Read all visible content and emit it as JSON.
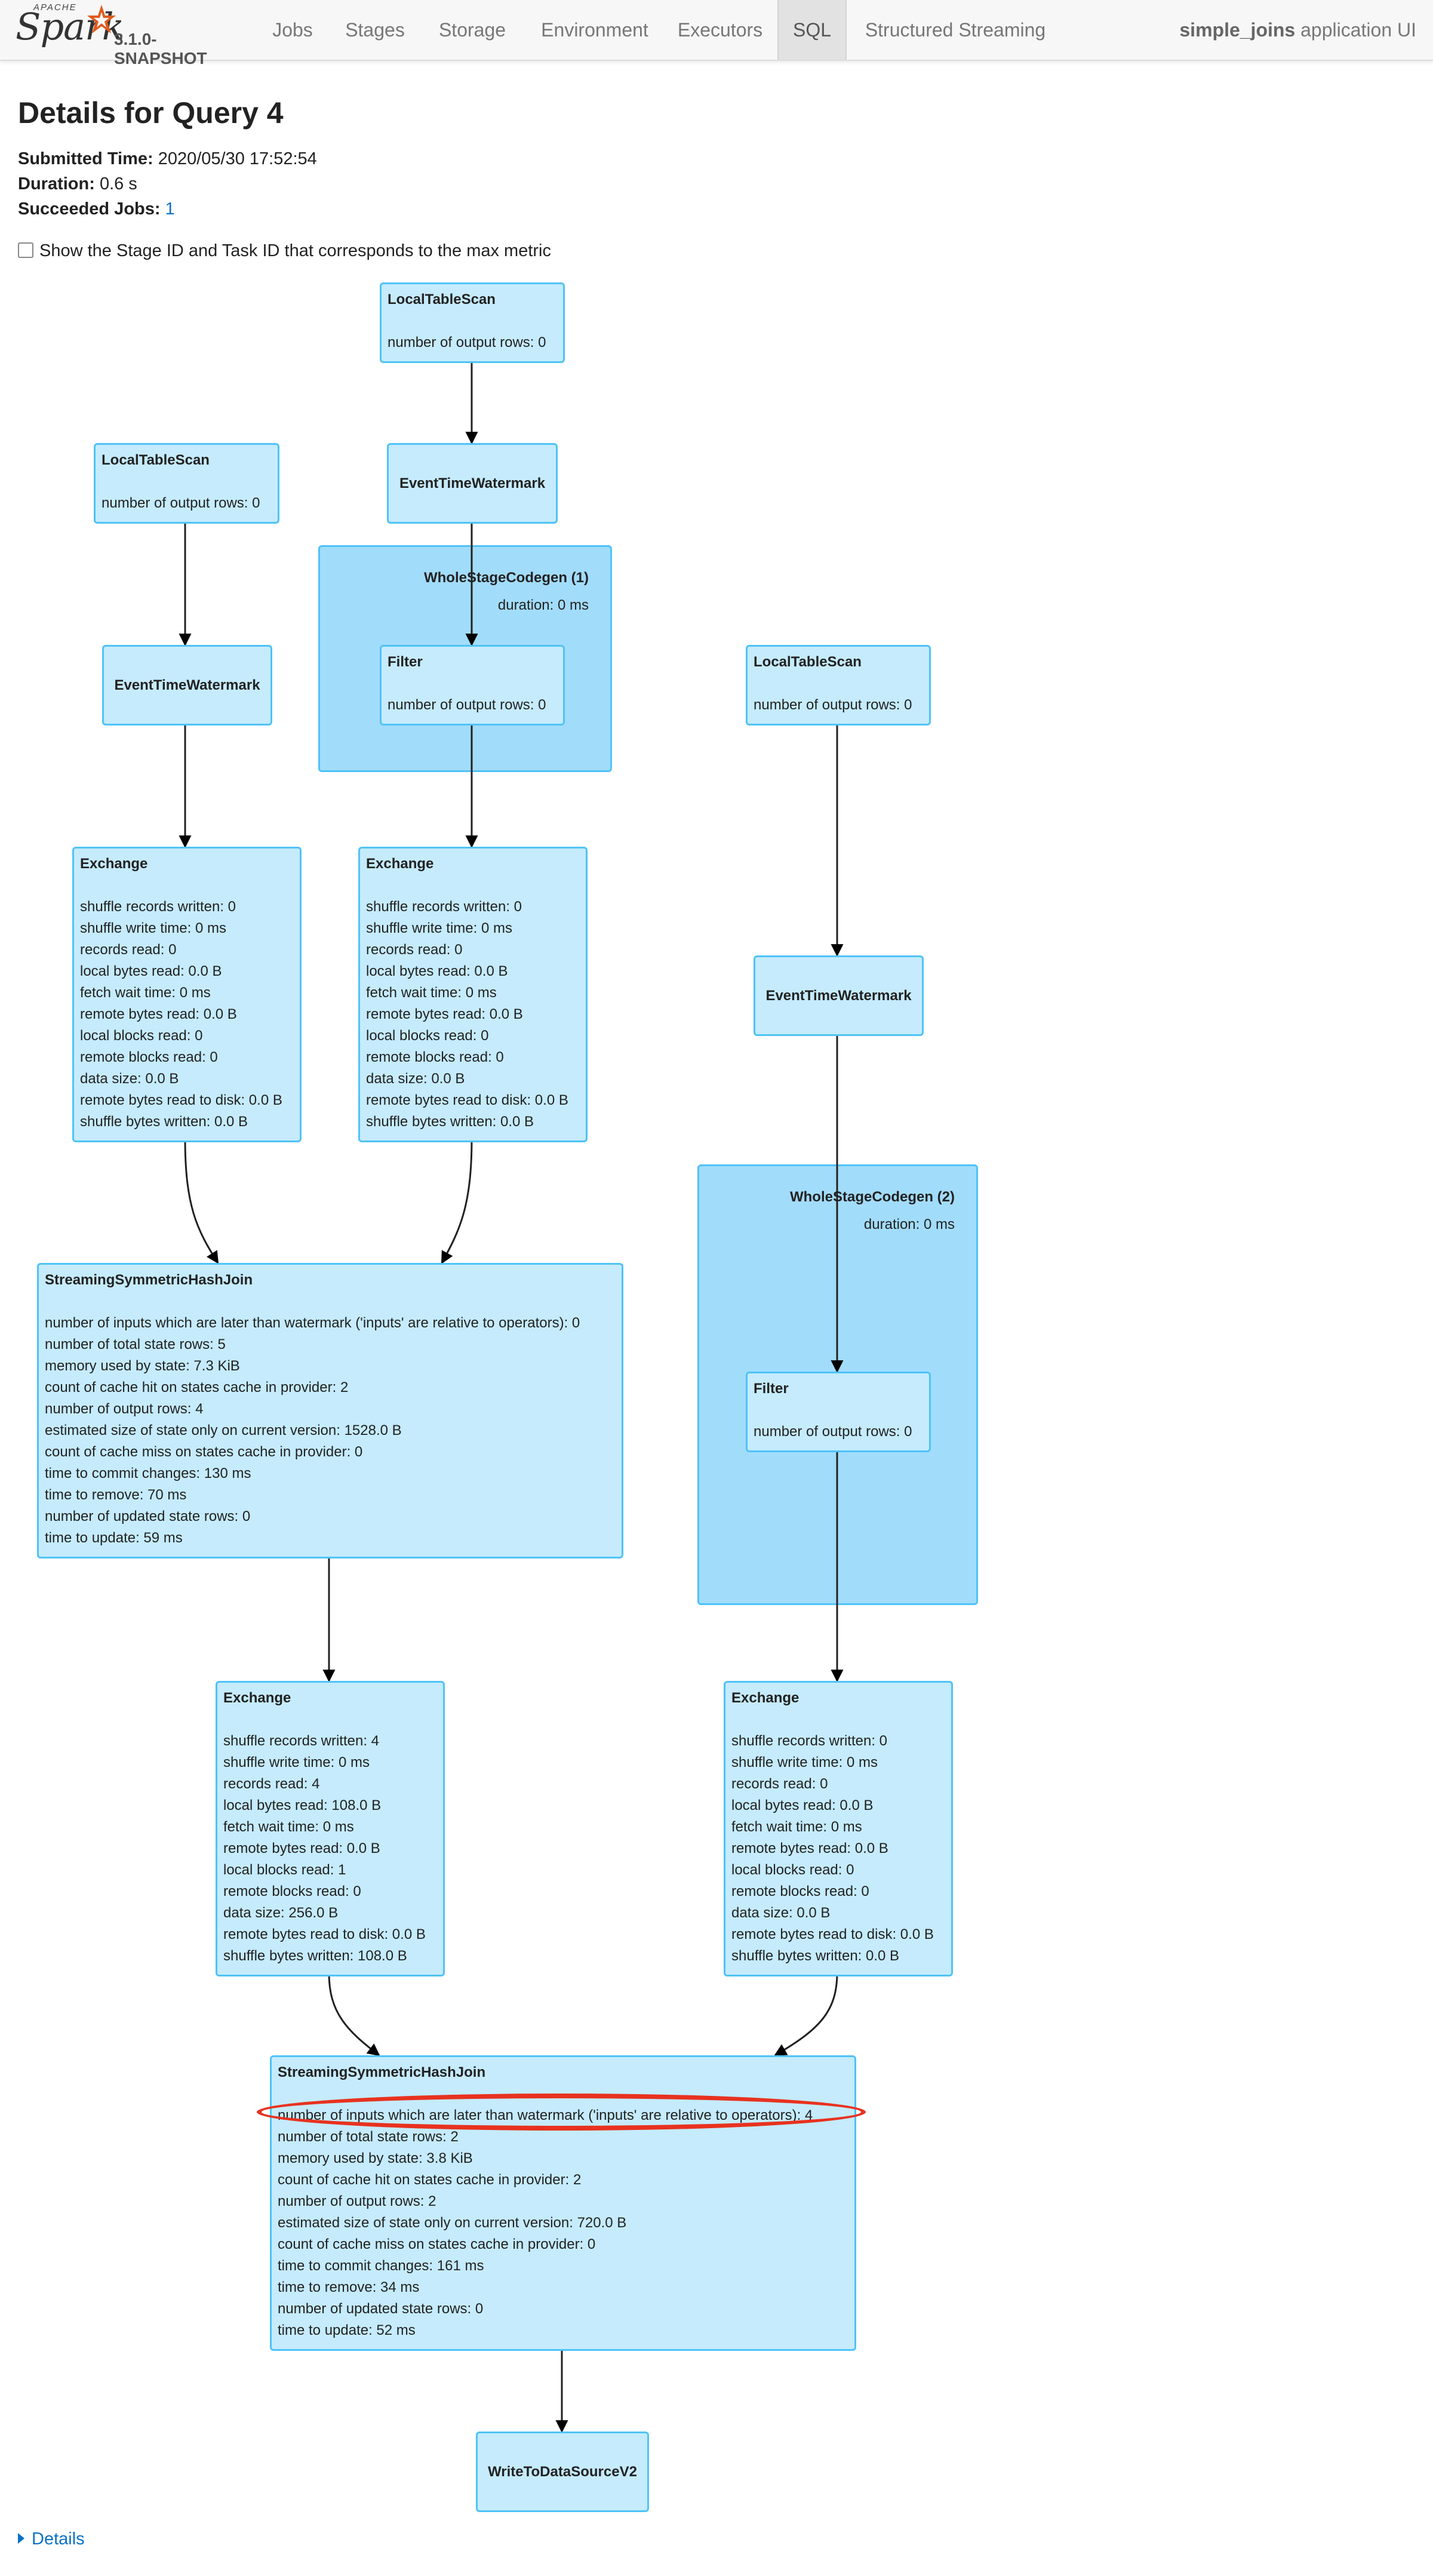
{
  "navbar": {
    "brand_apache": "APACHE",
    "brand_spark": "Spark",
    "version": "3.1.0-SNAPSHOT",
    "tabs": [
      {
        "label": "Jobs"
      },
      {
        "label": "Stages"
      },
      {
        "label": "Storage"
      },
      {
        "label": "Environment"
      },
      {
        "label": "Executors"
      },
      {
        "label": "SQL"
      },
      {
        "label": "Structured Streaming"
      }
    ],
    "active_tab": "SQL",
    "app_name": "simple_joins",
    "app_suffix": "application UI"
  },
  "page": {
    "title": "Details for Query 4",
    "submitted_label": "Submitted Time:",
    "submitted_value": "2020/05/30 17:52:54",
    "duration_label": "Duration:",
    "duration_value": "0.6 s",
    "succeeded_label": "Succeeded Jobs:",
    "succeeded_value": "1",
    "checkbox_label": "Show the Stage ID and Task ID that corresponds to the max metric",
    "details_link": "Details"
  },
  "graph": {
    "clusters": [
      {
        "title": "WholeStageCodegen (1)",
        "duration": "duration: 0 ms"
      },
      {
        "title": "WholeStageCodegen (2)",
        "duration": "duration: 0 ms"
      }
    ],
    "nodes": [
      {
        "title": "LocalTableScan",
        "metrics": [
          "number of output rows: 0"
        ]
      },
      {
        "title": "EventTimeWatermark",
        "metrics": []
      },
      {
        "title": "LocalTableScan",
        "metrics": [
          "number of output rows: 0"
        ]
      },
      {
        "title": "EventTimeWatermark",
        "metrics": []
      },
      {
        "title": "Filter",
        "metrics": [
          "number of output rows: 0"
        ]
      },
      {
        "title": "LocalTableScan",
        "metrics": [
          "number of output rows: 0"
        ]
      },
      {
        "title": "Exchange",
        "metrics": [
          "shuffle records written: 0",
          "shuffle write time: 0 ms",
          "records read: 0",
          "local bytes read: 0.0 B",
          "fetch wait time: 0 ms",
          "remote bytes read: 0.0 B",
          "local blocks read: 0",
          "remote blocks read: 0",
          "data size: 0.0 B",
          "remote bytes read to disk: 0.0 B",
          "shuffle bytes written: 0.0 B"
        ]
      },
      {
        "title": "Exchange",
        "metrics": [
          "shuffle records written: 0",
          "shuffle write time: 0 ms",
          "records read: 0",
          "local bytes read: 0.0 B",
          "fetch wait time: 0 ms",
          "remote bytes read: 0.0 B",
          "local blocks read: 0",
          "remote blocks read: 0",
          "data size: 0.0 B",
          "remote bytes read to disk: 0.0 B",
          "shuffle bytes written: 0.0 B"
        ]
      },
      {
        "title": "EventTimeWatermark",
        "metrics": []
      },
      {
        "title": "StreamingSymmetricHashJoin",
        "metrics": [
          "number of inputs which are later than watermark ('inputs' are relative to operators): 0",
          "number of total state rows: 5",
          "memory used by state: 7.3 KiB",
          "count of cache hit on states cache in provider: 2",
          "number of output rows: 4",
          "estimated size of state only on current version: 1528.0 B",
          "count of cache miss on states cache in provider: 0",
          "time to commit changes: 130 ms",
          "time to remove: 70 ms",
          "number of updated state rows: 0",
          "time to update: 59 ms"
        ]
      },
      {
        "title": "Filter",
        "metrics": [
          "number of output rows: 0"
        ]
      },
      {
        "title": "Exchange",
        "metrics": [
          "shuffle records written: 4",
          "shuffle write time: 0 ms",
          "records read: 4",
          "local bytes read: 108.0 B",
          "fetch wait time: 0 ms",
          "remote bytes read: 0.0 B",
          "local blocks read: 1",
          "remote blocks read: 0",
          "data size: 256.0 B",
          "remote bytes read to disk: 0.0 B",
          "shuffle bytes written: 108.0 B"
        ]
      },
      {
        "title": "Exchange",
        "metrics": [
          "shuffle records written: 0",
          "shuffle write time: 0 ms",
          "records read: 0",
          "local bytes read: 0.0 B",
          "fetch wait time: 0 ms",
          "remote bytes read: 0.0 B",
          "local blocks read: 0",
          "remote blocks read: 0",
          "data size: 0.0 B",
          "remote bytes read to disk: 0.0 B",
          "shuffle bytes written: 0.0 B"
        ]
      },
      {
        "title": "StreamingSymmetricHashJoin",
        "metrics": [
          "number of inputs which are later than watermark ('inputs' are relative to operators): 4",
          "number of total state rows: 2",
          "memory used by state: 3.8 KiB",
          "count of cache hit on states cache in provider: 2",
          "number of output rows: 2",
          "estimated size of state only on current version: 720.0 B",
          "count of cache miss on states cache in provider: 0",
          "time to commit changes: 161 ms",
          "time to remove: 34 ms",
          "number of updated state rows: 0",
          "time to update: 52 ms"
        ]
      },
      {
        "title": "WriteToDataSourceV2",
        "metrics": []
      }
    ]
  }
}
